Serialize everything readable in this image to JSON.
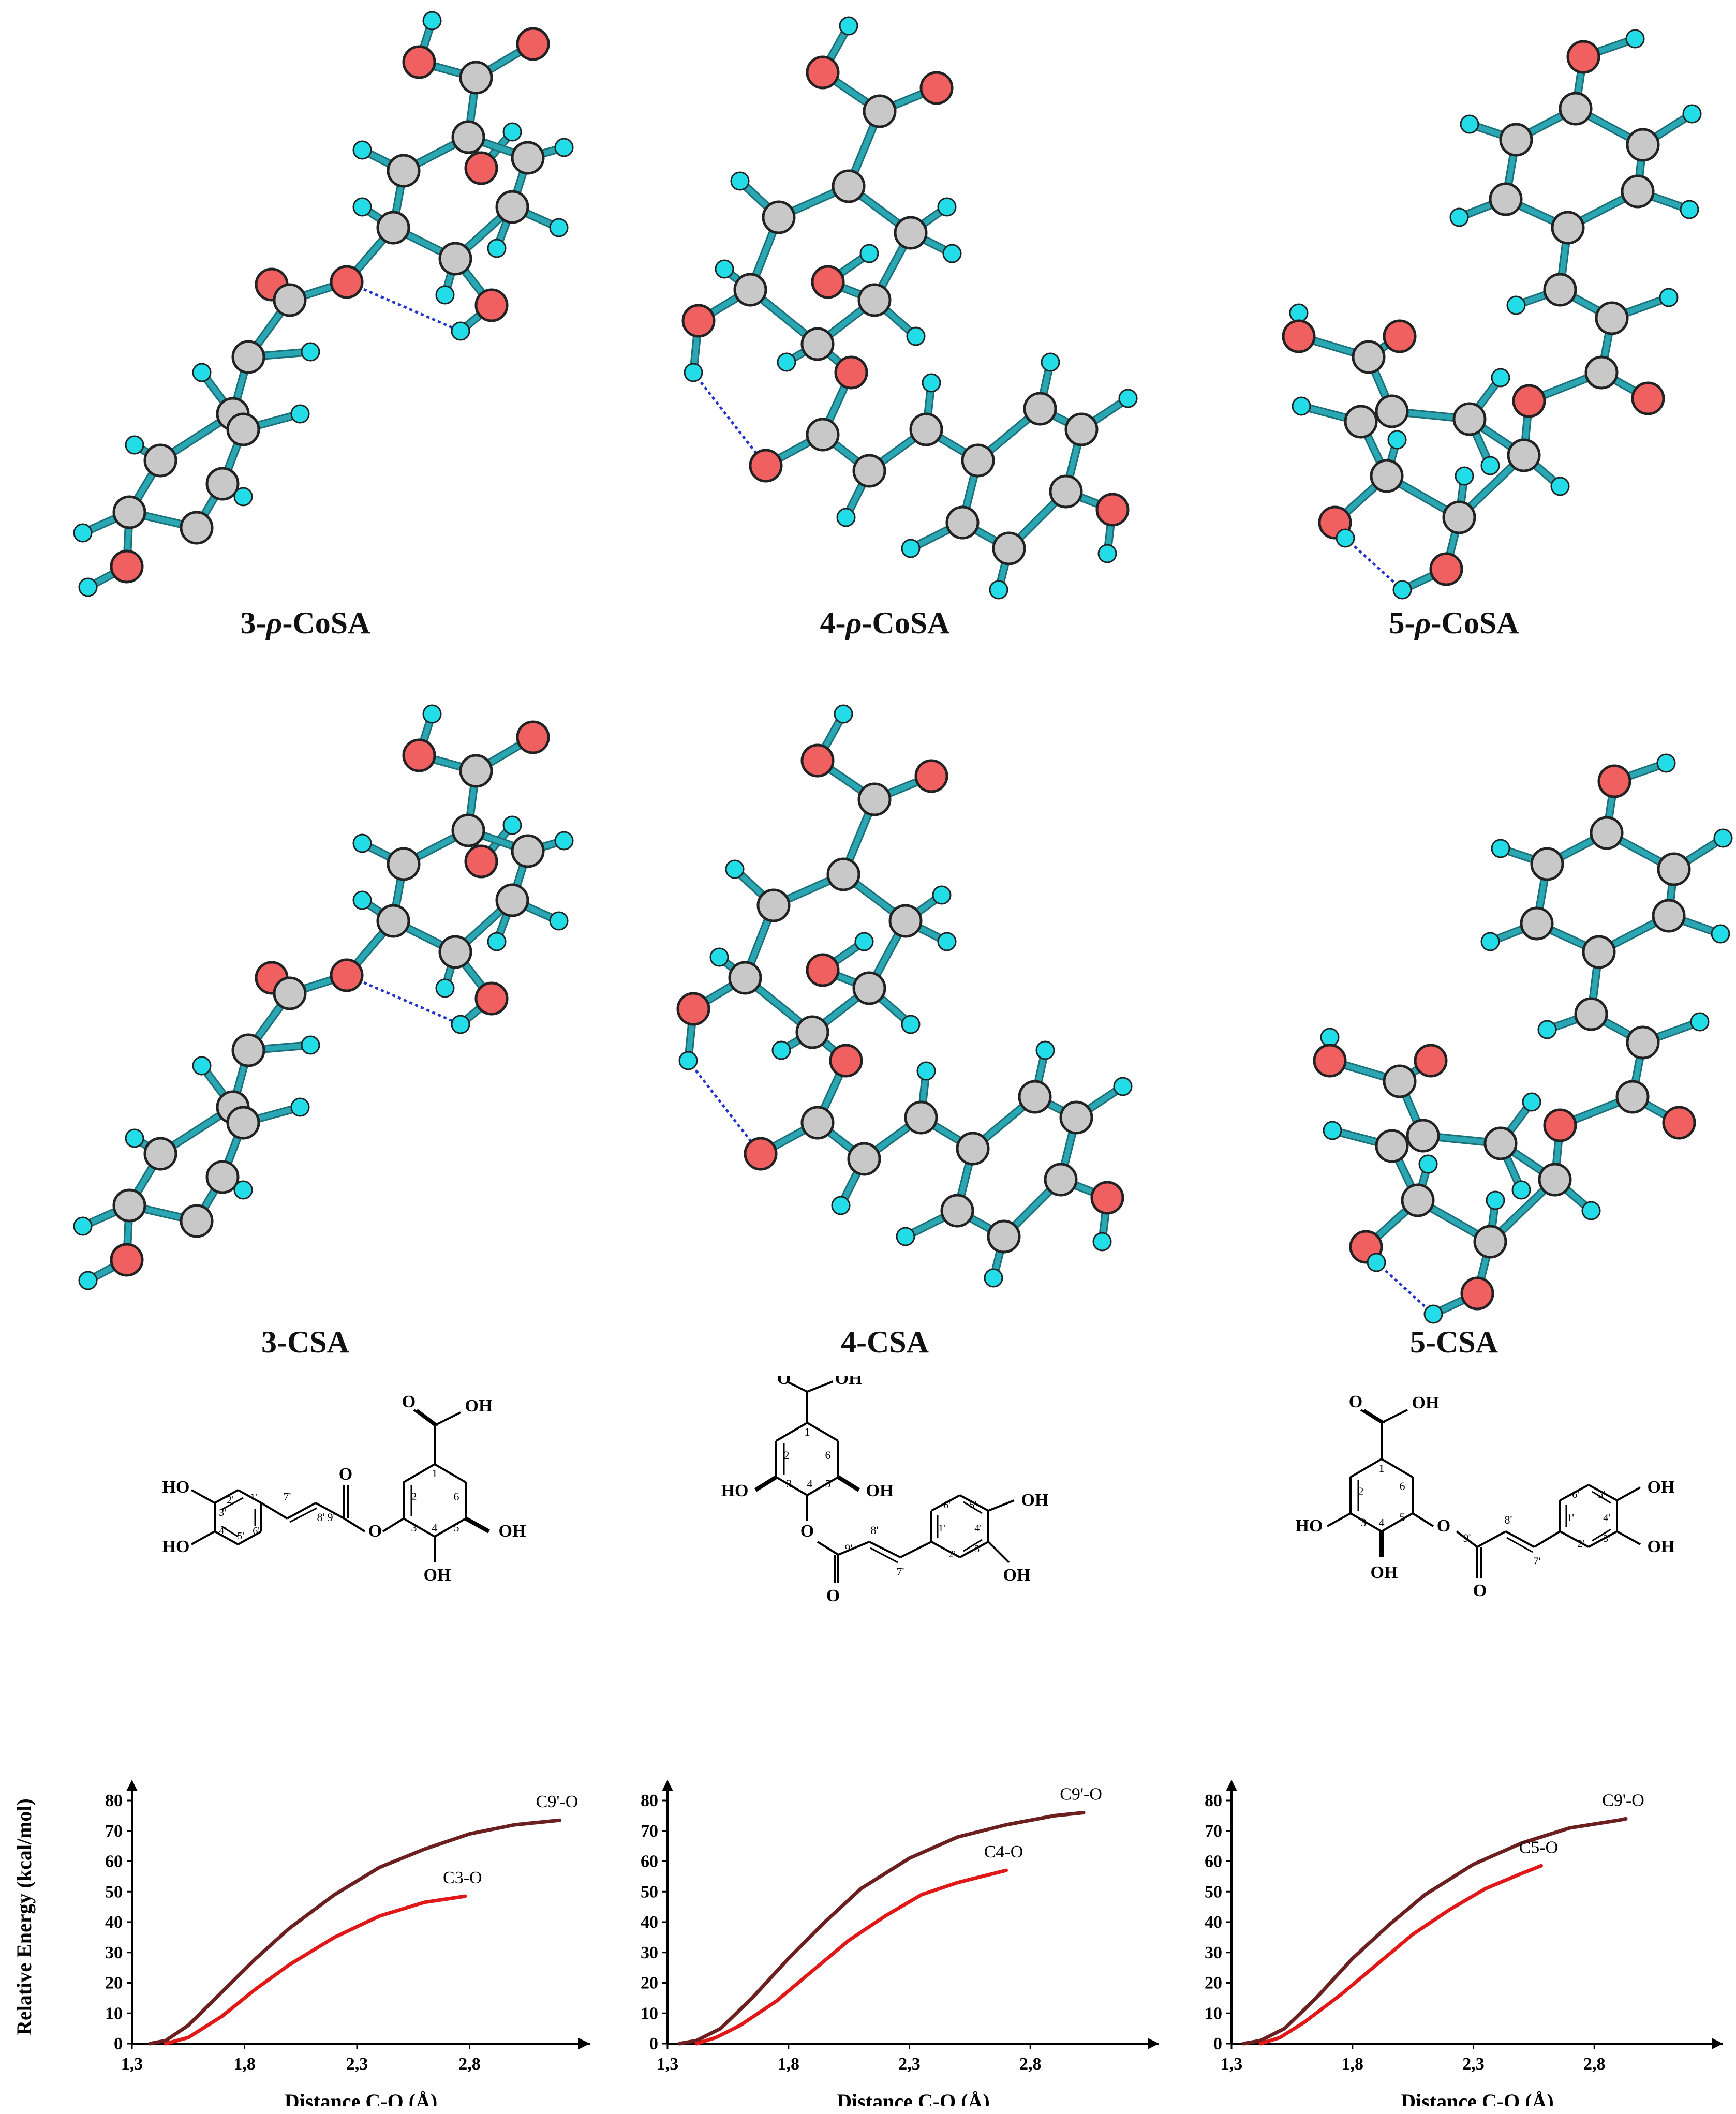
{
  "colors": {
    "carbon": "#c8c8c8",
    "oxygen": "#f06060",
    "hydrogen": "#22dde8",
    "bond": "#2aa7b2",
    "hbond": "#2233cc",
    "c9_curve": "#6b1f1f",
    "c_curve": "#e01818"
  },
  "molecule_captions": [
    {
      "prefix": "3-",
      "italic": "ρ",
      "suffix": "-CoSA"
    },
    {
      "prefix": "4-",
      "italic": "ρ",
      "suffix": "-CoSA"
    },
    {
      "prefix": "5-",
      "italic": "ρ",
      "suffix": "-CoSA"
    },
    {
      "prefix": "3-CSA",
      "italic": "",
      "suffix": ""
    },
    {
      "prefix": "4-CSA",
      "italic": "",
      "suffix": ""
    },
    {
      "prefix": "5-CSA",
      "italic": "",
      "suffix": ""
    }
  ],
  "structure_labels": {
    "ho": "HO",
    "oh": "OH",
    "o": "O",
    "c_oh": "OH",
    "ring_numbers": [
      "1",
      "2",
      "3",
      "4",
      "5",
      "6"
    ],
    "primed": [
      "1'",
      "2'",
      "3'",
      "4'",
      "5'",
      "6'",
      "7'",
      "8'",
      "9'"
    ]
  },
  "chart_data": [
    {
      "type": "line",
      "title": "",
      "xlabel": "Distance C-O (Å)",
      "ylabel": "Relative Energy (kcal/mol)",
      "xlim": [
        1.3,
        3.3
      ],
      "ylim": [
        0,
        80
      ],
      "xticks": [
        "1,3",
        "1,8",
        "2,3",
        "2,8"
      ],
      "xtick_values": [
        1.3,
        1.8,
        2.3,
        2.8
      ],
      "yticks": [
        0,
        10,
        20,
        30,
        40,
        50,
        60,
        70,
        80
      ],
      "series": [
        {
          "name": "C9'-O",
          "x": [
            1.38,
            1.45,
            1.55,
            1.7,
            1.85,
            2.0,
            2.2,
            2.4,
            2.6,
            2.8,
            3.0,
            3.2
          ],
          "values": [
            0,
            1,
            6,
            17,
            28,
            38,
            49,
            58,
            64,
            69,
            72,
            73.5
          ]
        },
        {
          "name": "C3-O",
          "x": [
            1.45,
            1.55,
            1.7,
            1.85,
            2.0,
            2.2,
            2.4,
            2.6,
            2.78
          ],
          "values": [
            0,
            2,
            9,
            18,
            26,
            35,
            42,
            46.5,
            48.5
          ]
        }
      ]
    },
    {
      "type": "line",
      "title": "",
      "xlabel": "Distance C-O (Å)",
      "ylabel": "",
      "xlim": [
        1.3,
        3.3
      ],
      "ylim": [
        0,
        80
      ],
      "xticks": [
        "1,3",
        "1,8",
        "2,3",
        "2,8"
      ],
      "xtick_values": [
        1.3,
        1.8,
        2.3,
        2.8
      ],
      "yticks": [
        0,
        10,
        20,
        30,
        40,
        50,
        60,
        70,
        80
      ],
      "series": [
        {
          "name": "C9'-O",
          "x": [
            1.35,
            1.42,
            1.52,
            1.65,
            1.8,
            1.95,
            2.1,
            2.3,
            2.5,
            2.7,
            2.9,
            3.02
          ],
          "values": [
            0,
            1,
            5,
            15,
            28,
            40,
            51,
            61,
            68,
            72,
            75,
            76
          ]
        },
        {
          "name": "C4-O",
          "x": [
            1.42,
            1.5,
            1.6,
            1.75,
            1.9,
            2.05,
            2.2,
            2.35,
            2.5,
            2.7
          ],
          "values": [
            0,
            2,
            6,
            14,
            24,
            34,
            42,
            49,
            53,
            57
          ]
        }
      ]
    },
    {
      "type": "line",
      "title": "",
      "xlabel": "Distance C-O (Å)",
      "ylabel": "",
      "xlim": [
        1.3,
        3.3
      ],
      "ylim": [
        0,
        80
      ],
      "xticks": [
        "1,3",
        "1,8",
        "2,3",
        "2,8"
      ],
      "xtick_values": [
        1.3,
        1.8,
        2.3,
        2.8
      ],
      "yticks": [
        0,
        10,
        20,
        30,
        40,
        50,
        60,
        70,
        80
      ],
      "series": [
        {
          "name": "C9'-O",
          "x": [
            1.35,
            1.42,
            1.52,
            1.65,
            1.8,
            1.95,
            2.1,
            2.3,
            2.5,
            2.7,
            2.9,
            2.93
          ],
          "values": [
            0,
            1,
            5,
            15,
            28,
            39,
            49,
            59,
            66,
            71,
            73.5,
            74
          ]
        },
        {
          "name": "C5-O",
          "x": [
            1.42,
            1.5,
            1.6,
            1.75,
            1.9,
            2.05,
            2.2,
            2.35,
            2.5,
            2.58
          ],
          "values": [
            0,
            2,
            7,
            16,
            26,
            36,
            44,
            51,
            56,
            58.5
          ]
        }
      ]
    }
  ]
}
